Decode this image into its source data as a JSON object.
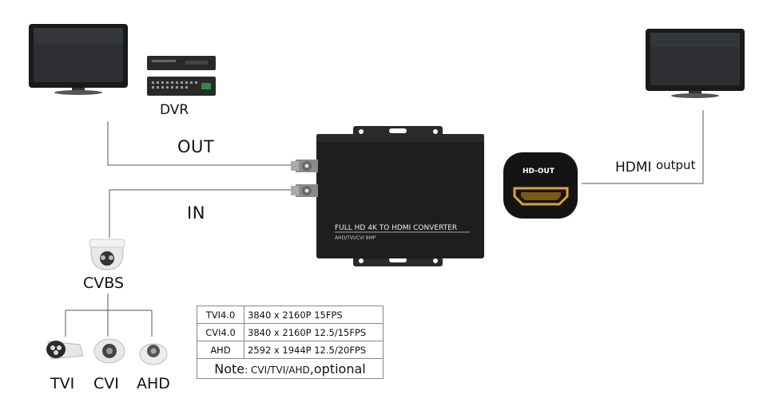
{
  "labels": {
    "dvr": "DVR",
    "out": "OUT",
    "in": "IN",
    "cvbs": "CVBS",
    "hdmi_output_a": "HDMI",
    "hdmi_output_b": "output",
    "tvi": "TVI",
    "cvi": "CVI",
    "ahd": "AHD",
    "hd_out": "HD-OUT"
  },
  "device": {
    "title": "FULL HD 4K TO HDMI CONVERTER",
    "subtitle": "AHD/TVI/CVI 8MP",
    "color": "#1e1e1e"
  },
  "specs": [
    {
      "format": "TVI4.0",
      "value": "3840 x 2160P 15FPS"
    },
    {
      "format": "CVI4.0",
      "value": "3840 x 2160P 12.5/15FPS"
    },
    {
      "format": "AHD",
      "value": "2592 x 1944P 12.5/20FPS"
    }
  ],
  "note": {
    "label": "Note",
    "sep": ":",
    "list": "CVI/TVI/AHD",
    "tail": ",optional"
  },
  "colors": {
    "hdmi_gold": "#d8a531",
    "line": "#555555"
  }
}
